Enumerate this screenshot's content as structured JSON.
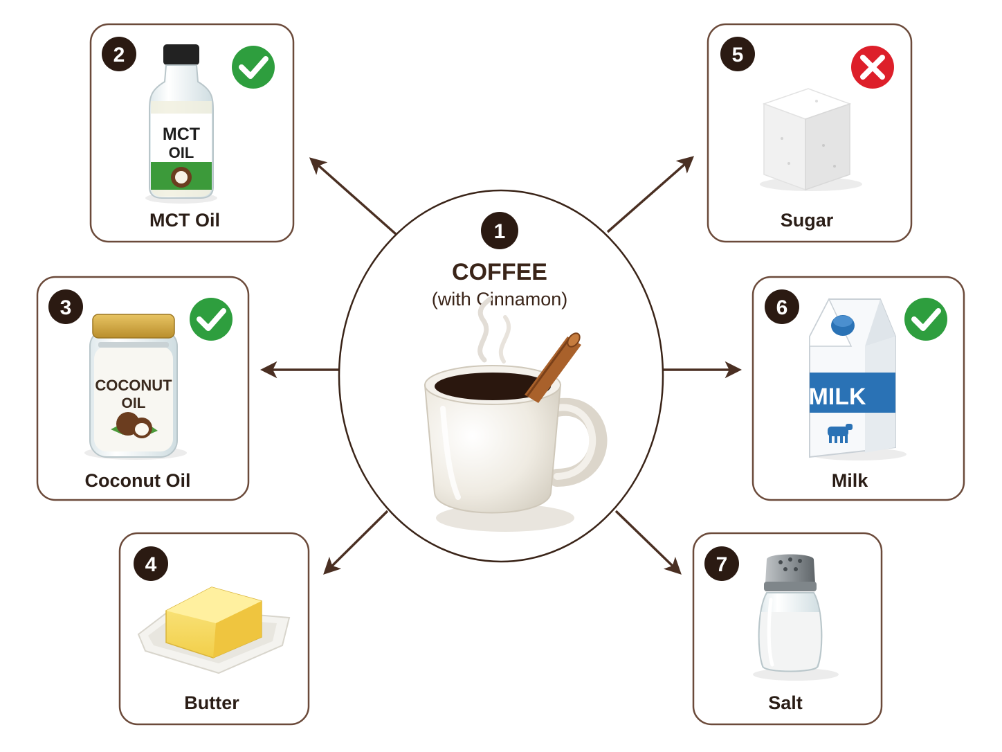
{
  "center": {
    "number": "1",
    "title": "COFFEE",
    "subtitle": "(with Cinnamon)"
  },
  "items": [
    {
      "number": "2",
      "label": "MCT Oil",
      "status": "allowed",
      "icon": "mct-oil-bottle-icon",
      "package_text": [
        "MCT",
        "OIL"
      ]
    },
    {
      "number": "3",
      "label": "Coconut Oil",
      "status": "allowed",
      "icon": "coconut-oil-jar-icon",
      "package_text": [
        "COCONUT",
        "OIL"
      ]
    },
    {
      "number": "4",
      "label": "Butter",
      "status": "none",
      "icon": "butter-icon",
      "package_text": []
    },
    {
      "number": "5",
      "label": "Sugar",
      "status": "not-allowed",
      "icon": "sugar-cube-icon",
      "package_text": []
    },
    {
      "number": "6",
      "label": "Milk",
      "status": "allowed",
      "icon": "milk-carton-icon",
      "package_text": [
        "MILK"
      ]
    },
    {
      "number": "7",
      "label": "Salt",
      "status": "none",
      "icon": "salt-shaker-icon",
      "package_text": []
    }
  ],
  "colors": {
    "card_border": "#6b4a3a",
    "arrow": "#4a2f22",
    "number_badge": "#2b1a12",
    "check_green": "#2e9e3e",
    "cross_red": "#dd1f2a",
    "milk_blue": "#2a72b5",
    "mct_green": "#3c9a3a"
  }
}
